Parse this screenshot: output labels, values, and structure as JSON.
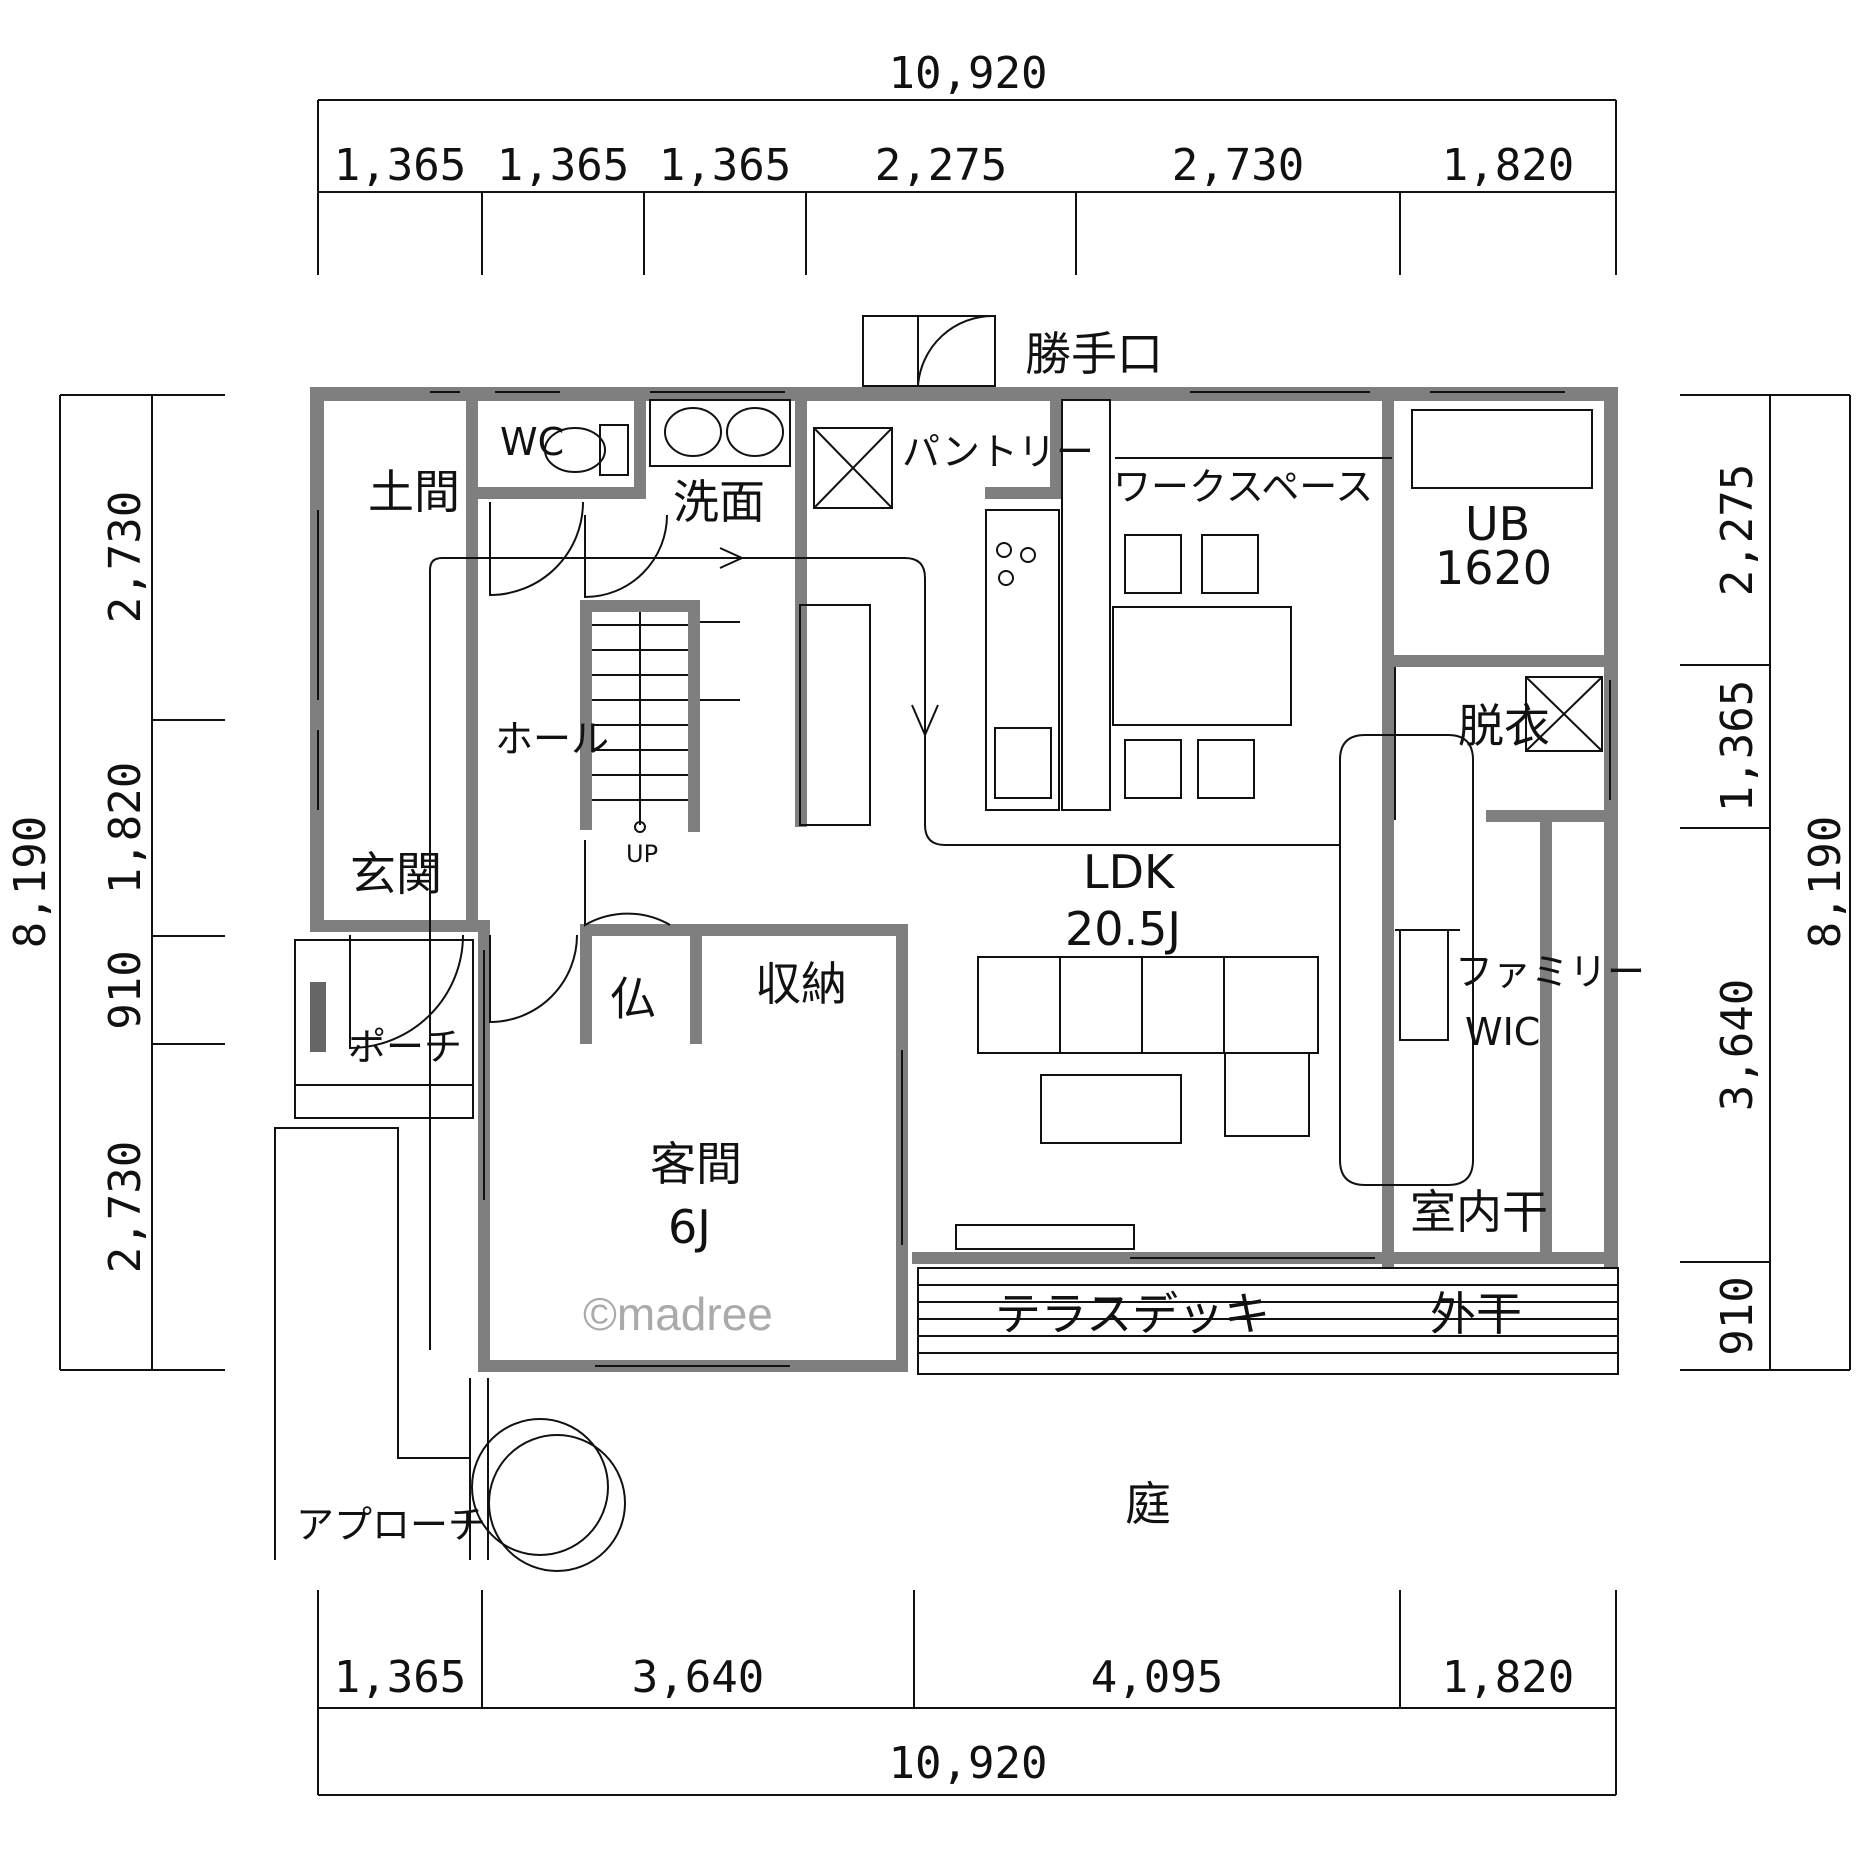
{
  "dimensions": {
    "top_total": "10,920",
    "top_segments": [
      "1,365",
      "1,365",
      "1,365",
      "2,275",
      "2,730",
      "1,820"
    ],
    "bottom_total": "10,920",
    "bottom_segments": [
      "1,365",
      "3,640",
      "4,095",
      "1,820"
    ],
    "left_total": "8,190",
    "left_segments": [
      "2,730",
      "1,820",
      "910",
      "2,730"
    ],
    "right_total": "8,190",
    "right_segments": [
      "2,275",
      "1,365",
      "3,640",
      "910"
    ]
  },
  "rooms": {
    "service_door": "勝手口",
    "wc": "WC",
    "doma": "土間",
    "washroom": "洗面",
    "pantry": "パントリー",
    "workspace": "ワークスペース",
    "ub": "UB",
    "ub_size": "1620",
    "hall": "ホール",
    "dressing": "脱衣",
    "up": "UP",
    "ldk": "LDK",
    "ldk_size": "20.5J",
    "entrance": "玄関",
    "altar": "仏",
    "storage": "収納",
    "family_wic_1": "ファミリー",
    "family_wic_2": "WIC",
    "porch": "ポーチ",
    "guest_room": "客間",
    "guest_room_size": "6J",
    "indoor_drying": "室内干",
    "terrace_deck": "テラスデッキ",
    "outdoor_drying": "外干",
    "approach": "アプローチ",
    "garden": "庭"
  },
  "watermark": "©madree"
}
